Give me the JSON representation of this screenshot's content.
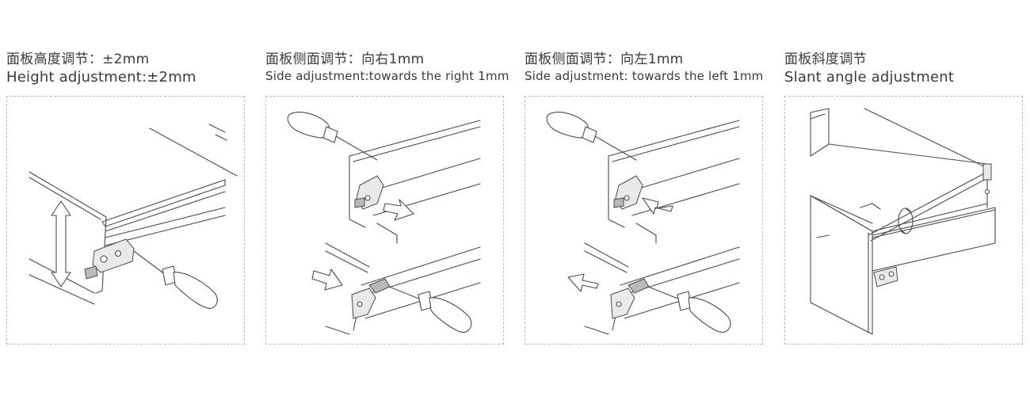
{
  "panels": [
    {
      "title_cn": "面板高度调节：±2mm",
      "title_en": "Height adjustment:±2mm"
    },
    {
      "title_cn": "面板侧面调节：向右1mm",
      "title_en": "Side adjustment:towards the right 1mm"
    },
    {
      "title_cn": "面板侧面调节：向左1mm",
      "title_en": "Side adjustment: towards the left 1mm"
    },
    {
      "title_cn": "面板斜度调节",
      "title_en": "Slant angle adjustment"
    }
  ],
  "icons": [
    "screwdriver-icon",
    "double-arrow-icon",
    "arrow-right-icon",
    "arrow-left-icon",
    "rotate-icon"
  ]
}
